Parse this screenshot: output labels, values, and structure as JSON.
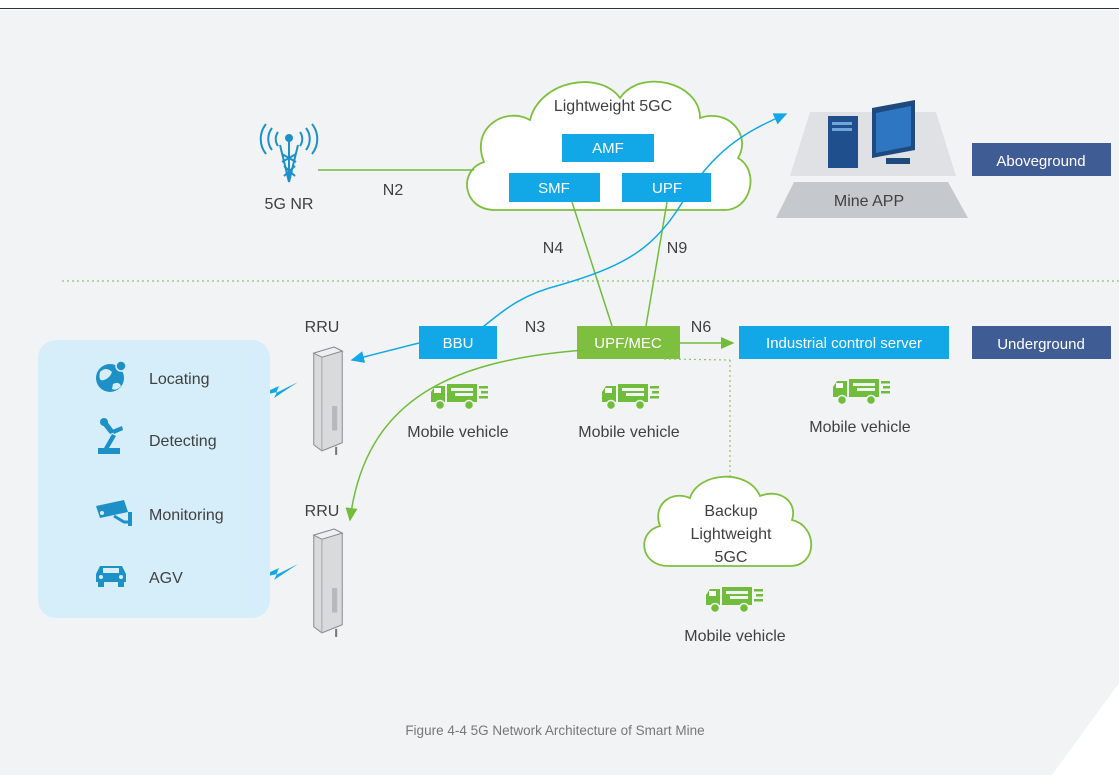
{
  "colors": {
    "blue_box": "#12a8e8",
    "green_box": "#7fbf3f",
    "dark_box": "#3f5c94",
    "green_icon": "#6fbd3b",
    "icon_blue": "#1e90c8",
    "device_panel": "#d6eefa"
  },
  "core": {
    "title": "Lightweight 5GC",
    "amf": "AMF",
    "smf": "SMF",
    "upf": "UPF"
  },
  "tower": {
    "label": "5G NR"
  },
  "app": {
    "label": "Mine APP"
  },
  "zones": {
    "above": "Aboveground",
    "under": "Underground"
  },
  "interfaces": {
    "n2": "N2",
    "n3": "N3",
    "n4": "N4",
    "n6": "N6",
    "n9": "N9"
  },
  "rru": {
    "label_top": "RRU",
    "label_bottom": "RRU"
  },
  "nodes": {
    "bbu": "BBU",
    "upf_mec": "UPF/MEC",
    "ics": "Industrial control server"
  },
  "vehicles": {
    "v1": "Mobile vehicle",
    "v2": "Mobile vehicle",
    "v3": "Mobile vehicle",
    "v4": "Mobile vehicle"
  },
  "backup": {
    "line1": "Backup",
    "line2": "Lightweight",
    "line3": "5GC"
  },
  "devices": [
    {
      "label": "Locating",
      "icon": "globe-pin-icon"
    },
    {
      "label": "Detecting",
      "icon": "robot-arm-icon"
    },
    {
      "label": "Monitoring",
      "icon": "cctv-camera-icon"
    },
    {
      "label": "AGV",
      "icon": "car-icon"
    }
  ],
  "caption": "Figure 4-4 5G  Network Architecture of Smart Mine"
}
